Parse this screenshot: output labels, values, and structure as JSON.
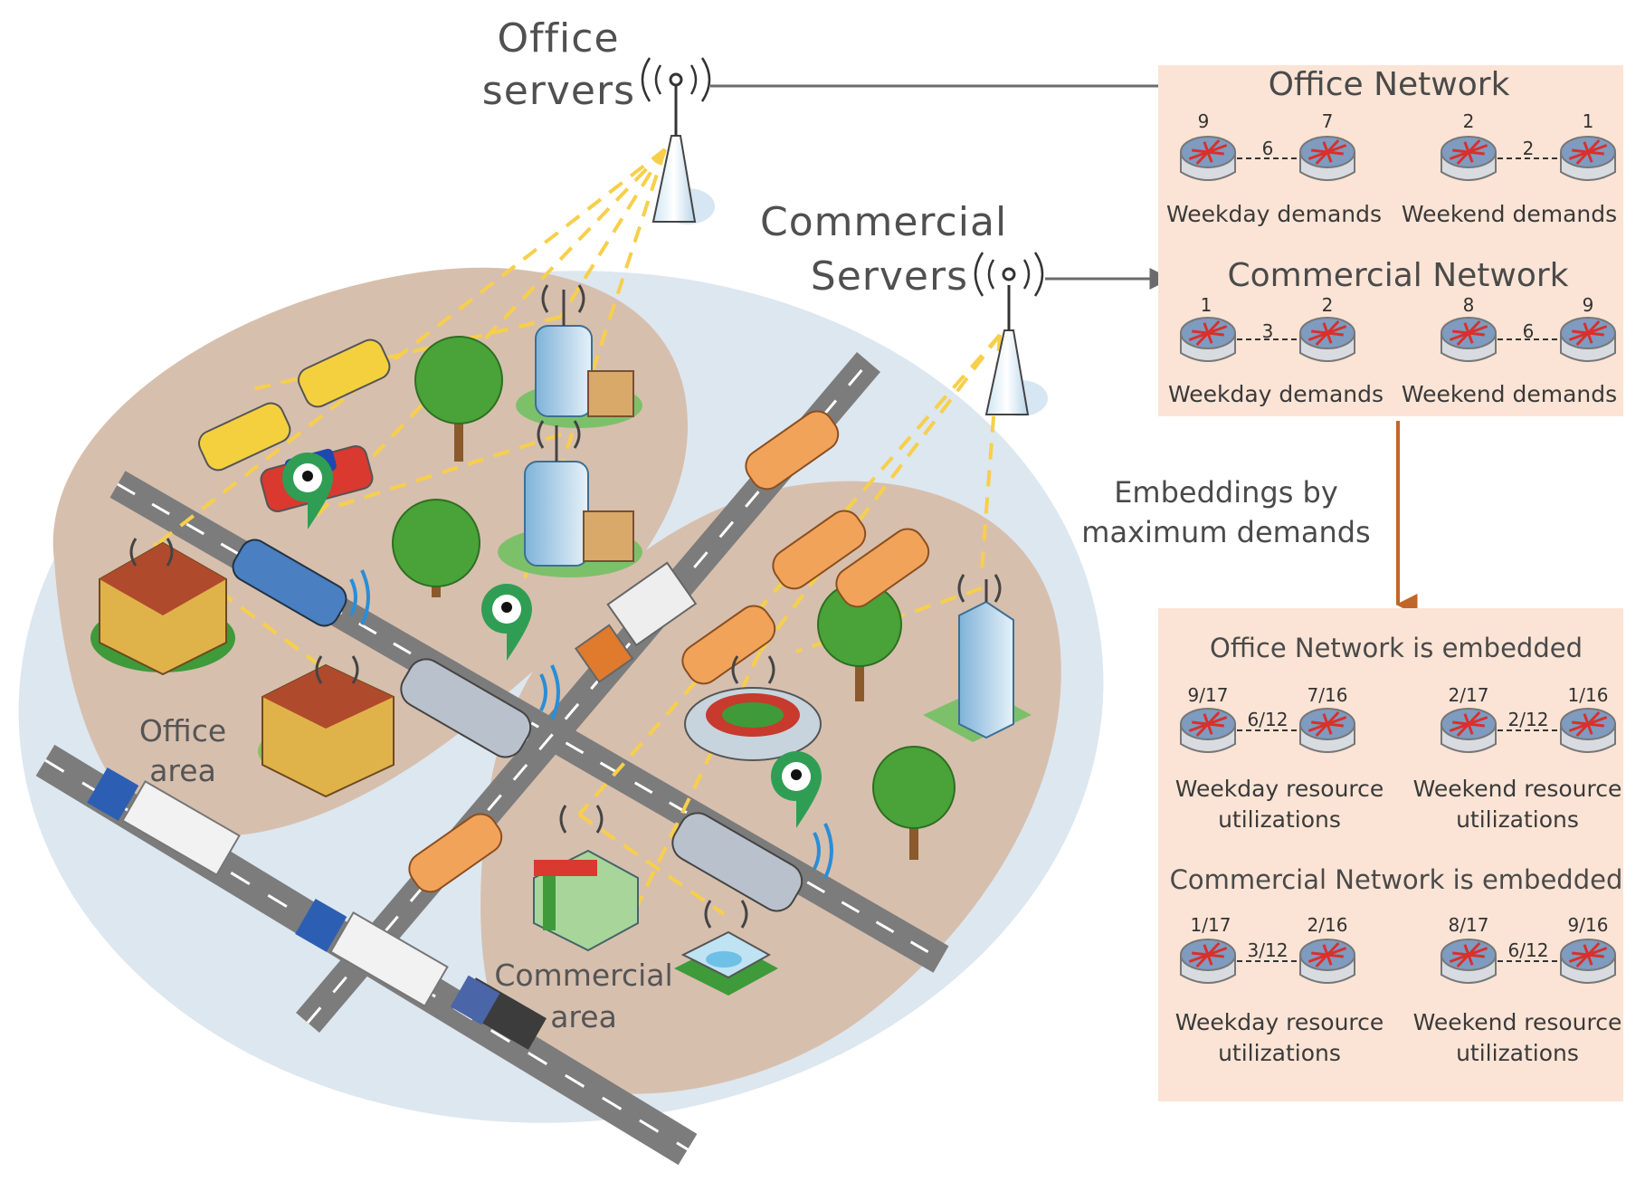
{
  "left": {
    "office_servers": [
      "Office",
      "servers"
    ],
    "commercial_servers": [
      "Commercial",
      "Servers"
    ],
    "office_area": [
      "Office",
      "area"
    ],
    "commercial_area": [
      "Commercial",
      "area"
    ]
  },
  "colors": {
    "panel_bg": "#fbe4d5",
    "outer_ellipse": "#dde7f0",
    "area_blob": "#d7bfae",
    "road": "#7c7c7c",
    "link_dash": "#f7cf4a",
    "arrow": "#6b6b6b",
    "down_arrow": "#c0662a",
    "router_top": "#7f9bc0",
    "router_cross": "#d9302c"
  },
  "top_panel": {
    "office_network": {
      "title": "Office Network",
      "weekday": {
        "a": "9",
        "b": "7",
        "link": "6",
        "label": "Weekday demands"
      },
      "weekend": {
        "a": "2",
        "b": "1",
        "link": "2",
        "label": "Weekend demands"
      }
    },
    "commercial_network": {
      "title": "Commercial Network",
      "weekday": {
        "a": "1",
        "b": "2",
        "link": "3",
        "label": "Weekday demands"
      },
      "weekend": {
        "a": "8",
        "b": "9",
        "link": "6",
        "label": "Weekend demands"
      }
    }
  },
  "middle": {
    "embed_label": [
      "Embeddings by",
      "maximum demands"
    ]
  },
  "bottom_panel": {
    "office_embedded": {
      "title": "Office Network is embedded",
      "weekday": {
        "a": "9/17",
        "b": "7/16",
        "link": "6/12",
        "label": [
          "Weekday resource",
          "utilizations"
        ]
      },
      "weekend": {
        "a": "2/17",
        "b": "1/16",
        "link": "2/12",
        "label": [
          "Weekend resource",
          "utilizations"
        ]
      }
    },
    "commercial_embedded": {
      "title": "Commercial Network is embedded",
      "weekday": {
        "a": "1/17",
        "b": "2/16",
        "link": "3/12",
        "label": [
          "Weekday resource",
          "utilizations"
        ]
      },
      "weekend": {
        "a": "8/17",
        "b": "9/16",
        "link": "6/12",
        "label": [
          "Weekend resource",
          "utilizations"
        ]
      }
    }
  }
}
